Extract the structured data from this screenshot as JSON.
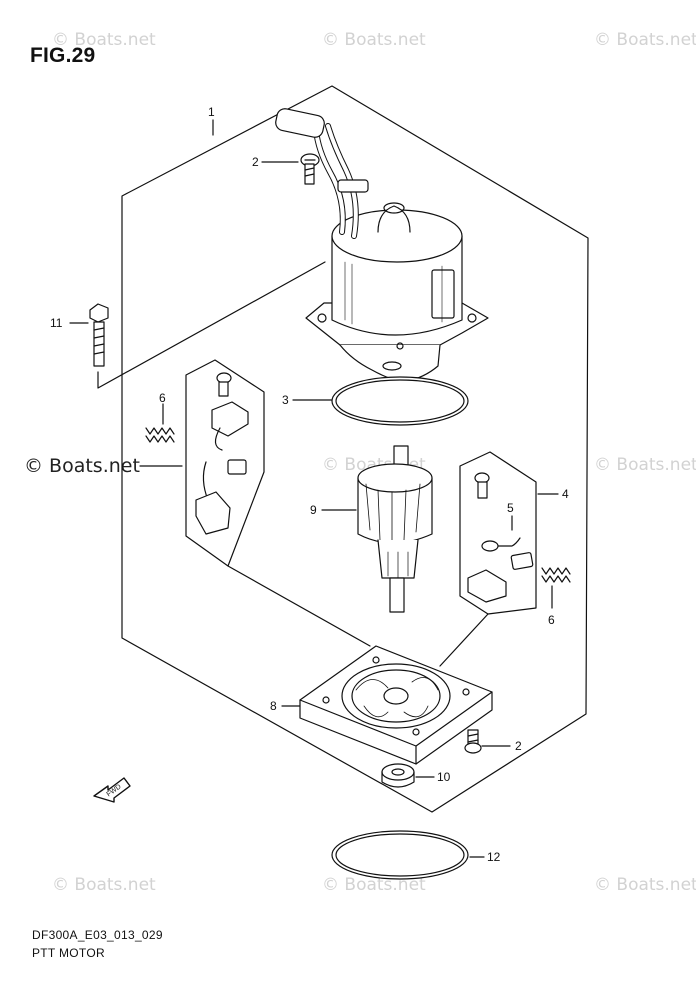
{
  "figure": {
    "title": "FIG.29",
    "code": "DF300A_E03_013_029",
    "caption": "PTT MOTOR"
  },
  "watermark": {
    "text": "© Boats.net",
    "featured_text": "© Boats.net"
  },
  "fwd_label": "FWD",
  "callouts": {
    "c1": "1",
    "c2_top": "2",
    "c2_bottom": "2",
    "c3": "3",
    "c4": "4",
    "c5": "5",
    "c6_left": "6",
    "c6_right": "6",
    "c8": "8",
    "c9": "9",
    "c10": "10",
    "c11": "11",
    "c12": "12"
  }
}
